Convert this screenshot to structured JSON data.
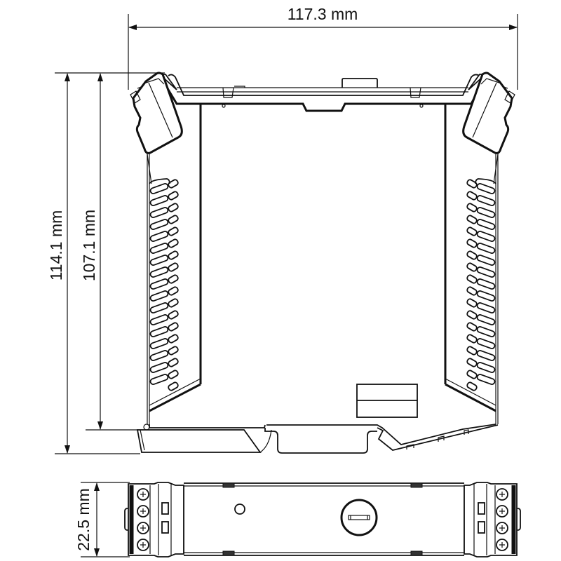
{
  "drawing": {
    "type": "dimension-drawing",
    "views": [
      "side-view",
      "top-view"
    ],
    "colors": {
      "line": "#111111",
      "background": "#ffffff",
      "fill_dark": "#333333"
    }
  },
  "dimensions": {
    "width": {
      "value": 117.3,
      "unit": "mm",
      "label": "117.3 mm"
    },
    "height_total": {
      "value": 114.1,
      "unit": "mm",
      "label": "114.1 mm"
    },
    "height_body": {
      "value": 107.1,
      "unit": "mm",
      "label": "107.1 mm"
    },
    "depth": {
      "value": 22.5,
      "unit": "mm",
      "label": "22.5 mm"
    }
  }
}
